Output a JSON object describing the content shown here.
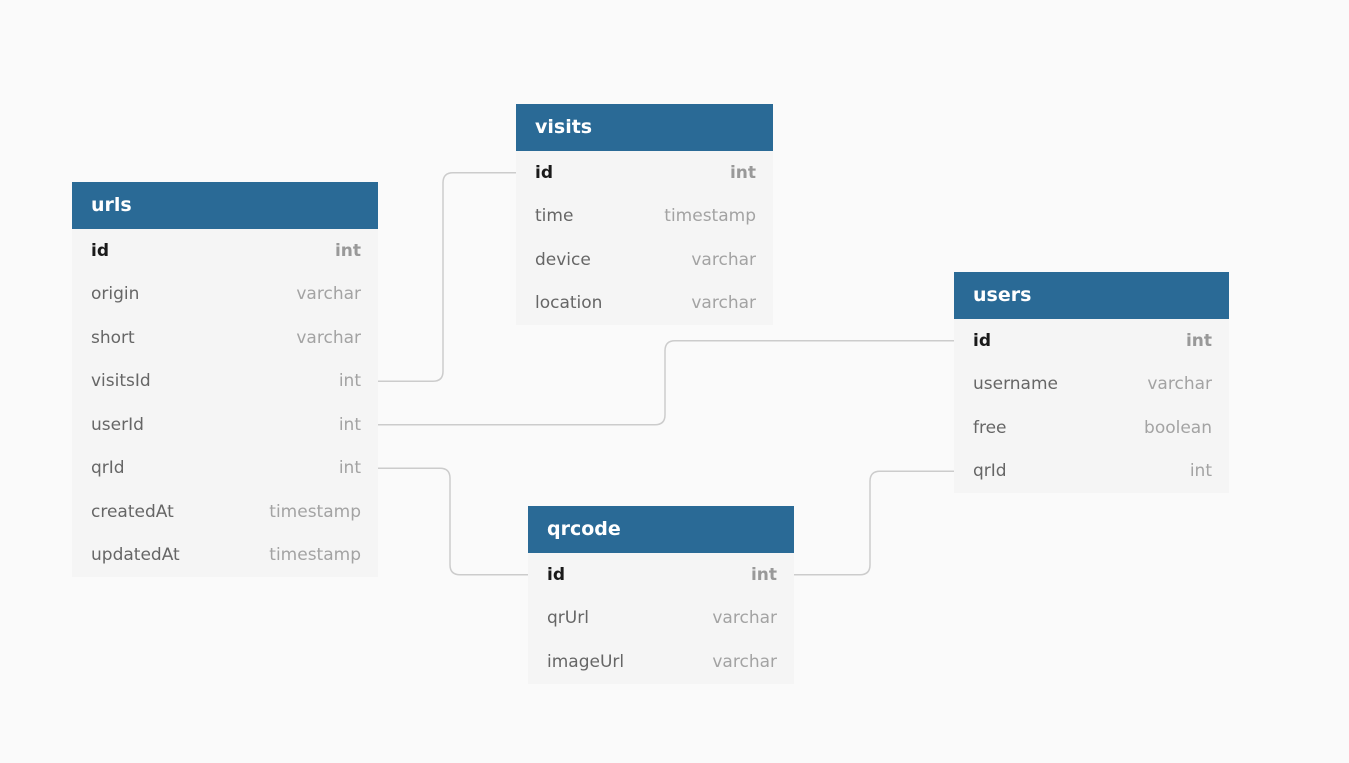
{
  "colors": {
    "background": "#fafafa",
    "header": "#2a6a96",
    "body": "#f5f5f5",
    "connector": "#cccccc"
  },
  "tables": [
    {
      "id": "urls",
      "name": "urls",
      "fields": [
        {
          "name": "id",
          "type": "int",
          "pk": true
        },
        {
          "name": "origin",
          "type": "varchar"
        },
        {
          "name": "short",
          "type": "varchar"
        },
        {
          "name": "visitsId",
          "type": "int"
        },
        {
          "name": "userId",
          "type": "int"
        },
        {
          "name": "qrId",
          "type": "int"
        },
        {
          "name": "createdAt",
          "type": "timestamp"
        },
        {
          "name": "updatedAt",
          "type": "timestamp"
        }
      ]
    },
    {
      "id": "visits",
      "name": "visits",
      "fields": [
        {
          "name": "id",
          "type": "int",
          "pk": true
        },
        {
          "name": "time",
          "type": "timestamp"
        },
        {
          "name": "device",
          "type": "varchar"
        },
        {
          "name": "location",
          "type": "varchar"
        }
      ]
    },
    {
      "id": "users",
      "name": "users",
      "fields": [
        {
          "name": "id",
          "type": "int",
          "pk": true
        },
        {
          "name": "username",
          "type": "varchar"
        },
        {
          "name": "free",
          "type": "boolean"
        },
        {
          "name": "qrId",
          "type": "int"
        }
      ]
    },
    {
      "id": "qrcode",
      "name": "qrcode",
      "fields": [
        {
          "name": "id",
          "type": "int",
          "pk": true
        },
        {
          "name": "qrUrl",
          "type": "varchar"
        },
        {
          "name": "imageUrl",
          "type": "varchar"
        }
      ]
    }
  ],
  "relations": [
    {
      "from": "urls.visitsId",
      "to": "visits.id"
    },
    {
      "from": "urls.userId",
      "to": "users.id"
    },
    {
      "from": "urls.qrId",
      "to": "qrcode.id"
    },
    {
      "from": "users.qrId",
      "to": "qrcode.id"
    }
  ]
}
